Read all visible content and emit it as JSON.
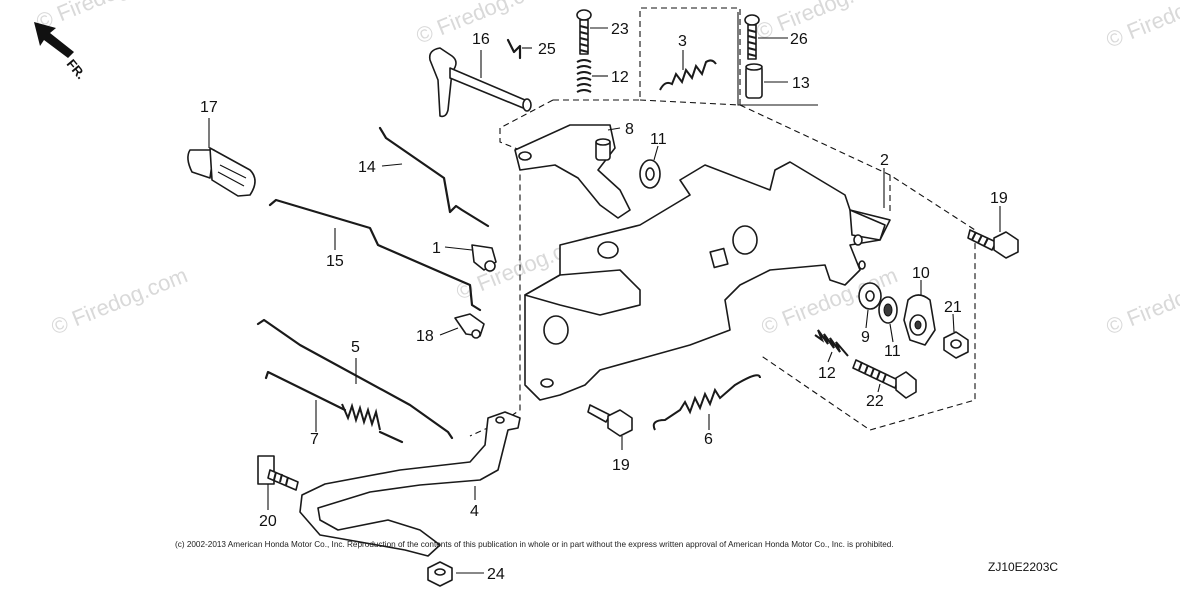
{
  "watermark": "© Firedog.com",
  "direction_label": "FR.",
  "copyright": "(c) 2002-2013 American Honda Motor Co., Inc. Reproduction of the contents of this publication in whole or in part without the express written approval of American Honda Motor Co., Inc. is prohibited.",
  "diagram_code": "ZJ10E2203C",
  "callouts": {
    "p1": "1",
    "p2": "2",
    "p3": "3",
    "p4": "4",
    "p5": "5",
    "p6": "6",
    "p7": "7",
    "p8": "8",
    "p9": "9",
    "p10": "10",
    "p11a": "11",
    "p11b": "11",
    "p12a": "12",
    "p12b": "12",
    "p13": "13",
    "p14": "14",
    "p15": "15",
    "p16": "16",
    "p17": "17",
    "p18": "18",
    "p19a": "19",
    "p19b": "19",
    "p20": "20",
    "p21": "21",
    "p22": "22",
    "p23": "23",
    "p24": "24",
    "p25": "25",
    "p26": "26"
  }
}
